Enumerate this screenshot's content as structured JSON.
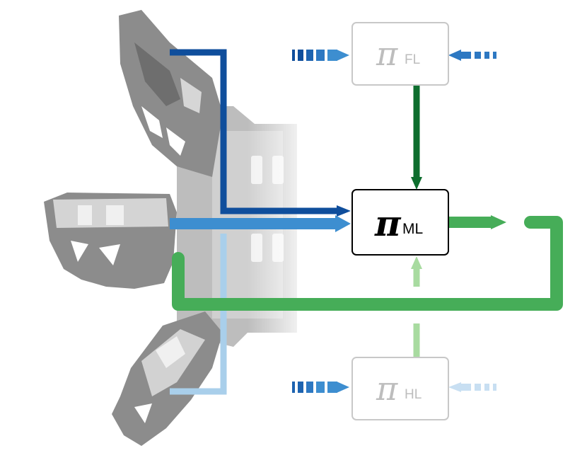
{
  "diagram": {
    "nodes": {
      "front_left": {
        "symbol": "π",
        "subscript": "FL"
      },
      "middle_left": {
        "symbol": "π",
        "subscript": "ML"
      },
      "hind_left": {
        "symbol": "π",
        "subscript": "HL"
      }
    },
    "colors": {
      "dark_blue": "#0f4e9c",
      "mid_blue": "#3d8ed0",
      "light_blue": "#a9cfeb",
      "dark_green": "#0e6e2e",
      "green": "#46ad58",
      "light_green": "#a8dba0",
      "faded_box": "#c8c8c8",
      "faded_text": "#bdbdbd",
      "robot_gray": "#8c8c8c"
    }
  }
}
